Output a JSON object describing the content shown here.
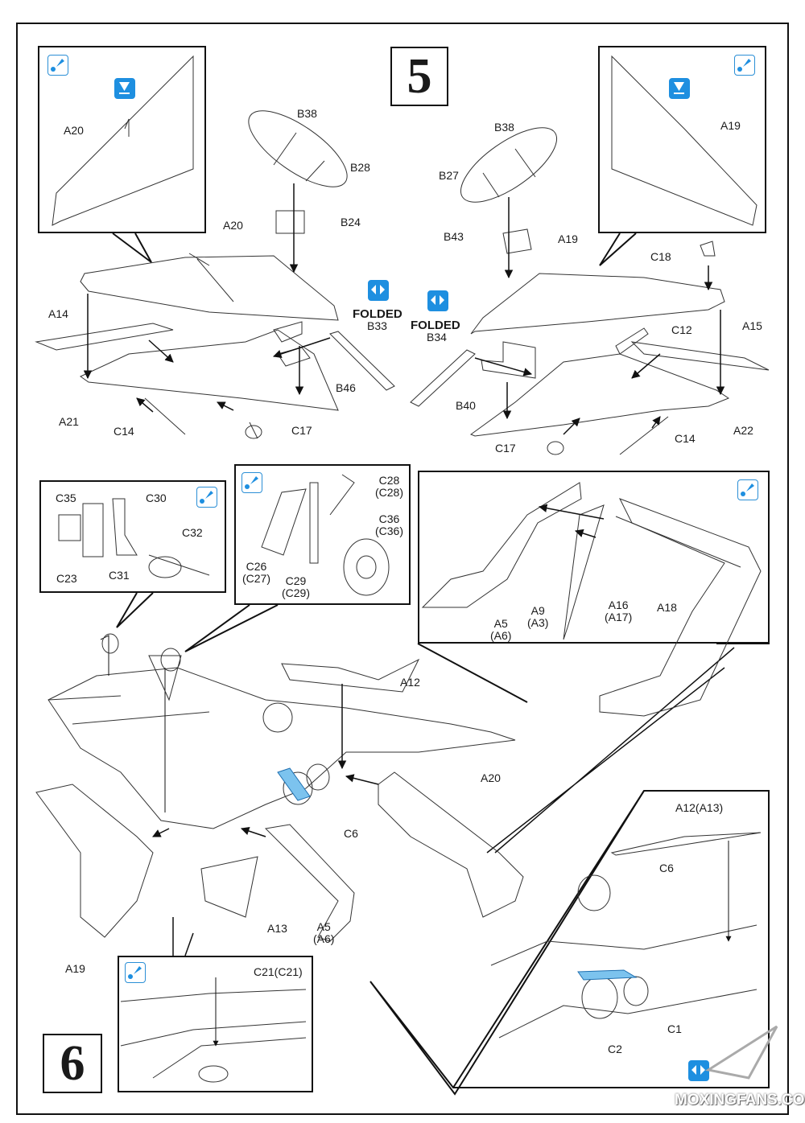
{
  "document": {
    "type": "model kit assembly instructions",
    "steps": [
      {
        "number": "5"
      },
      {
        "number": "6"
      }
    ]
  },
  "step5": {
    "left_wing": {
      "inset_label": "A20",
      "labels": {
        "B38": "B38",
        "B28": "B28",
        "B24": "B24",
        "A20": "A20",
        "A14": "A14",
        "A21": "A21",
        "C14": "C14",
        "C17": "C17",
        "B33": "B33",
        "B46": "B46"
      },
      "folded_label": "FOLDED"
    },
    "right_wing": {
      "inset_label": "A19",
      "labels": {
        "B38": "B38",
        "B27": "B27",
        "B43": "B43",
        "A19": "A19",
        "C18": "C18",
        "C12": "C12",
        "A15": "A15",
        "B34": "B34",
        "B40": "B40",
        "A22": "A22",
        "C17": "C17",
        "C14": "C14"
      },
      "folded_label": "FOLDED"
    }
  },
  "step6": {
    "main_gear_inset": {
      "labels": [
        "C35",
        "C30",
        "C32",
        "C23",
        "C31"
      ]
    },
    "nose_gear_inset": {
      "labels": [
        "C28\n(C28)",
        "C36\n(C36)",
        "C26\n(C27)",
        "C29\n(C29)"
      ]
    },
    "boom_inset": {
      "labels": [
        "A5\n(A6)",
        "A9\n(A3)",
        "A16\n(A17)",
        "A18"
      ]
    },
    "main_view": {
      "labels": [
        "A12",
        "A20",
        "C6",
        "A13",
        "A5\n(A6)",
        "A19"
      ]
    },
    "detail_inset": {
      "labels": [
        "C21(C21)"
      ]
    },
    "folded_inset": {
      "labels": [
        "A12(A13)",
        "C6",
        "C1",
        "C2"
      ]
    }
  },
  "icons": {
    "paint": "paint-icon",
    "drill": "drill-hole-icon",
    "fold": "folded-option-icon"
  },
  "colors": {
    "accent_blue": "#1e8fe0",
    "part_highlight": "#7cc3ee",
    "line": "#1a1a1a"
  },
  "watermark": "MOXINGFANS.COM"
}
